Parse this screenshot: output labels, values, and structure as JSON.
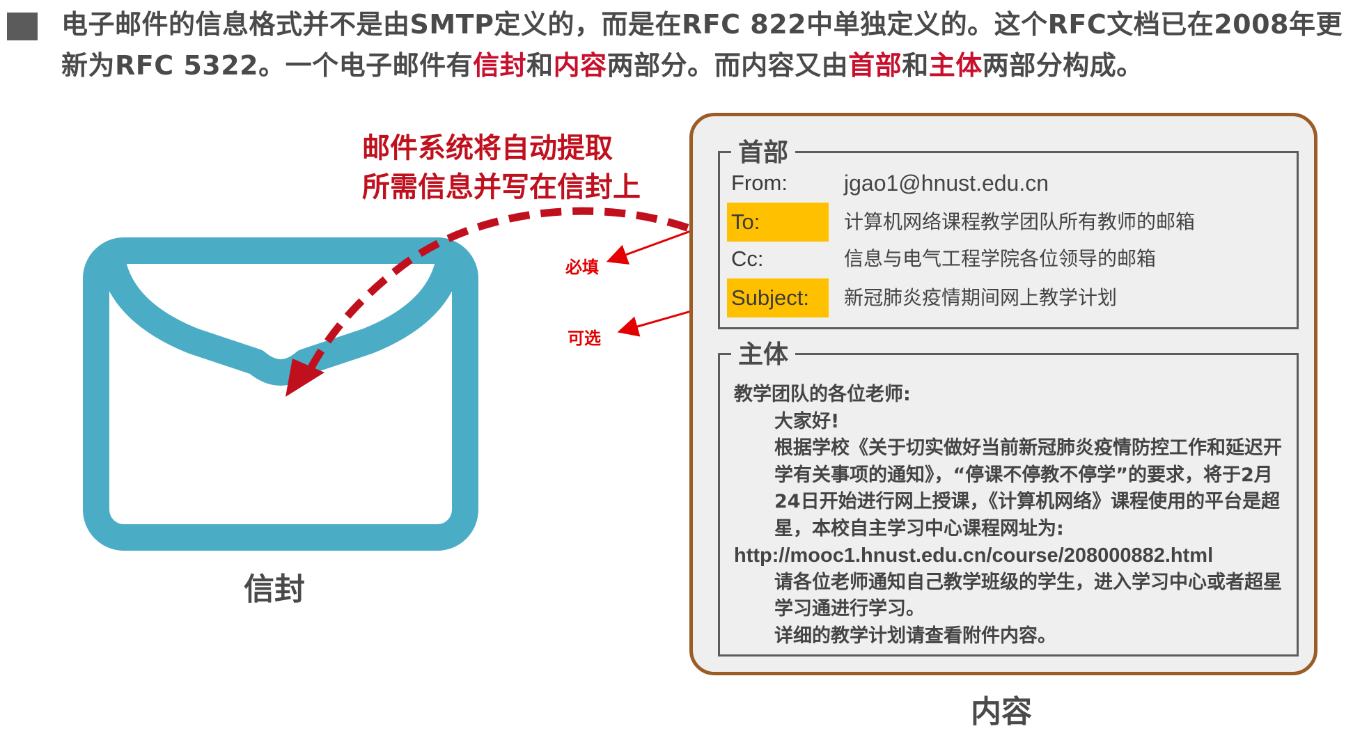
{
  "intro": {
    "p1": "电子邮件的信息格式并不是由SMTP定义的，而是在RFC 822中单独定义的。这个RFC文档已在2008年更新为RFC 5322。一个电子邮件有",
    "h1": "信封",
    "p2": "和",
    "h2": "内容",
    "p3": "两部分。而内容又由",
    "h3": "首部",
    "p4": "和",
    "h4": "主体",
    "p5": "两部分构成。"
  },
  "envelope": {
    "label": "信封",
    "icon": "envelope-icon",
    "color": "#4bacc6"
  },
  "note": {
    "line1": "邮件系统将自动提取",
    "line2": "所需信息并写在信封上"
  },
  "tags": {
    "required": "必填",
    "optional": "可选"
  },
  "content": {
    "label": "内容",
    "header_title": "首部",
    "fields": [
      {
        "label": "From:",
        "value": "jgao1@hnust.edu.cn",
        "highlight": false
      },
      {
        "label": "To:",
        "value": "计算机网络课程教学团队所有教师的邮箱",
        "highlight": true
      },
      {
        "label": "Cc:",
        "value": "信息与电气工程学院各位领导的邮箱",
        "highlight": false
      },
      {
        "label": "Subject:",
        "value": "新冠肺炎疫情期间网上教学计划",
        "highlight": true
      }
    ],
    "body_title": "主体",
    "body": {
      "greeting": "教学团队的各位老师:",
      "hello": "大家好!",
      "para1": "根据学校《关于切实做好当前新冠肺炎疫情防控工作和延迟开学有关事项的通知》，“停课不停教不停学”的要求，将于2月24日开始进行网上授课，《计算机网络》课程使用的平台是超星，本校自主学习中心课程网址为:",
      "url": "http://mooc1.hnust.edu.cn/course/208000882.html",
      "para2": "请各位老师通知自己教学班级的学生，进入学习中心或者超星学习通进行学习。",
      "para3": "详细的教学计划请查看附件内容。"
    }
  },
  "colors": {
    "highlight_text": "#c8102e",
    "field_highlight": "#ffc000",
    "border_brown": "#9b5c26",
    "arrow_red": "#c0101e"
  }
}
